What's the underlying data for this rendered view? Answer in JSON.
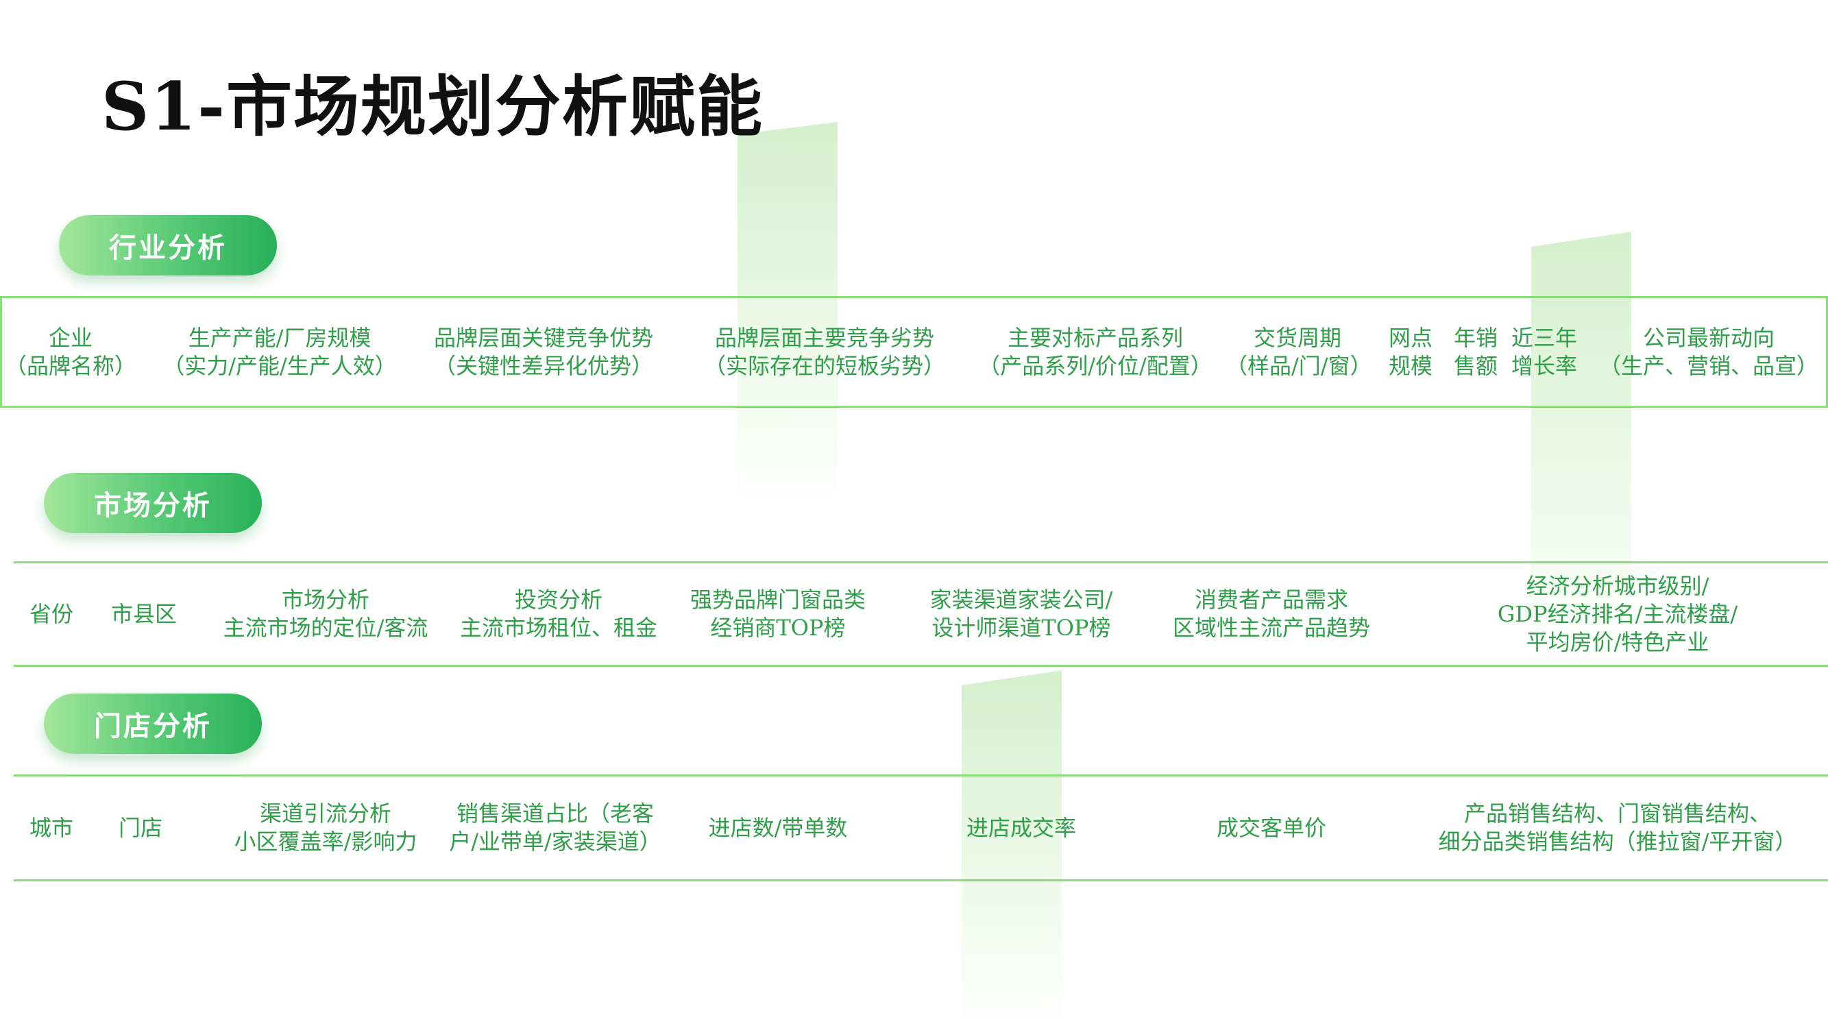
{
  "title": "S1-市场规划分析赋能",
  "sections": {
    "industry": {
      "label": "行业分析",
      "columns": [
        "企业\n（品牌名称）",
        "生产产能/厂房规模\n（实力/产能/生产人效）",
        "品牌层面关键竞争优势\n（关键性差异化优势）",
        "品牌层面主要竞争劣势\n（实际存在的短板劣势）",
        "主要对标产品系列\n（产品系列/价位/配置）",
        "交货周期\n（样品/门/窗）",
        "网点\n规模",
        "年销\n售额",
        "近三年\n增长率",
        "公司最新动向\n（生产、营销、品宣）"
      ]
    },
    "market": {
      "label": "市场分析",
      "columns": [
        "省份",
        "市县区",
        "市场分析\n主流市场的定位/客流",
        "投资分析\n主流市场租位、租金",
        "强势品牌门窗品类\n经销商TOP榜",
        "家装渠道家装公司/\n设计师渠道TOP榜",
        "消费者产品需求\n区域性主流产品趋势",
        "经济分析城市级别/\nGDP经济排名/主流楼盘/\n平均房价/特色产业"
      ]
    },
    "store": {
      "label": "门店分析",
      "columns": [
        "城市",
        "门店",
        "渠道引流分析\n小区覆盖率/影响力",
        "销售渠道占比（老客\n户/业带单/家装渠道）",
        "进店数/带单数",
        "进店成交率",
        "成交客单价",
        "产品销售结构、门窗销售结构、\n细分品类销售结构（推拉窗/平开窗）"
      ]
    }
  }
}
